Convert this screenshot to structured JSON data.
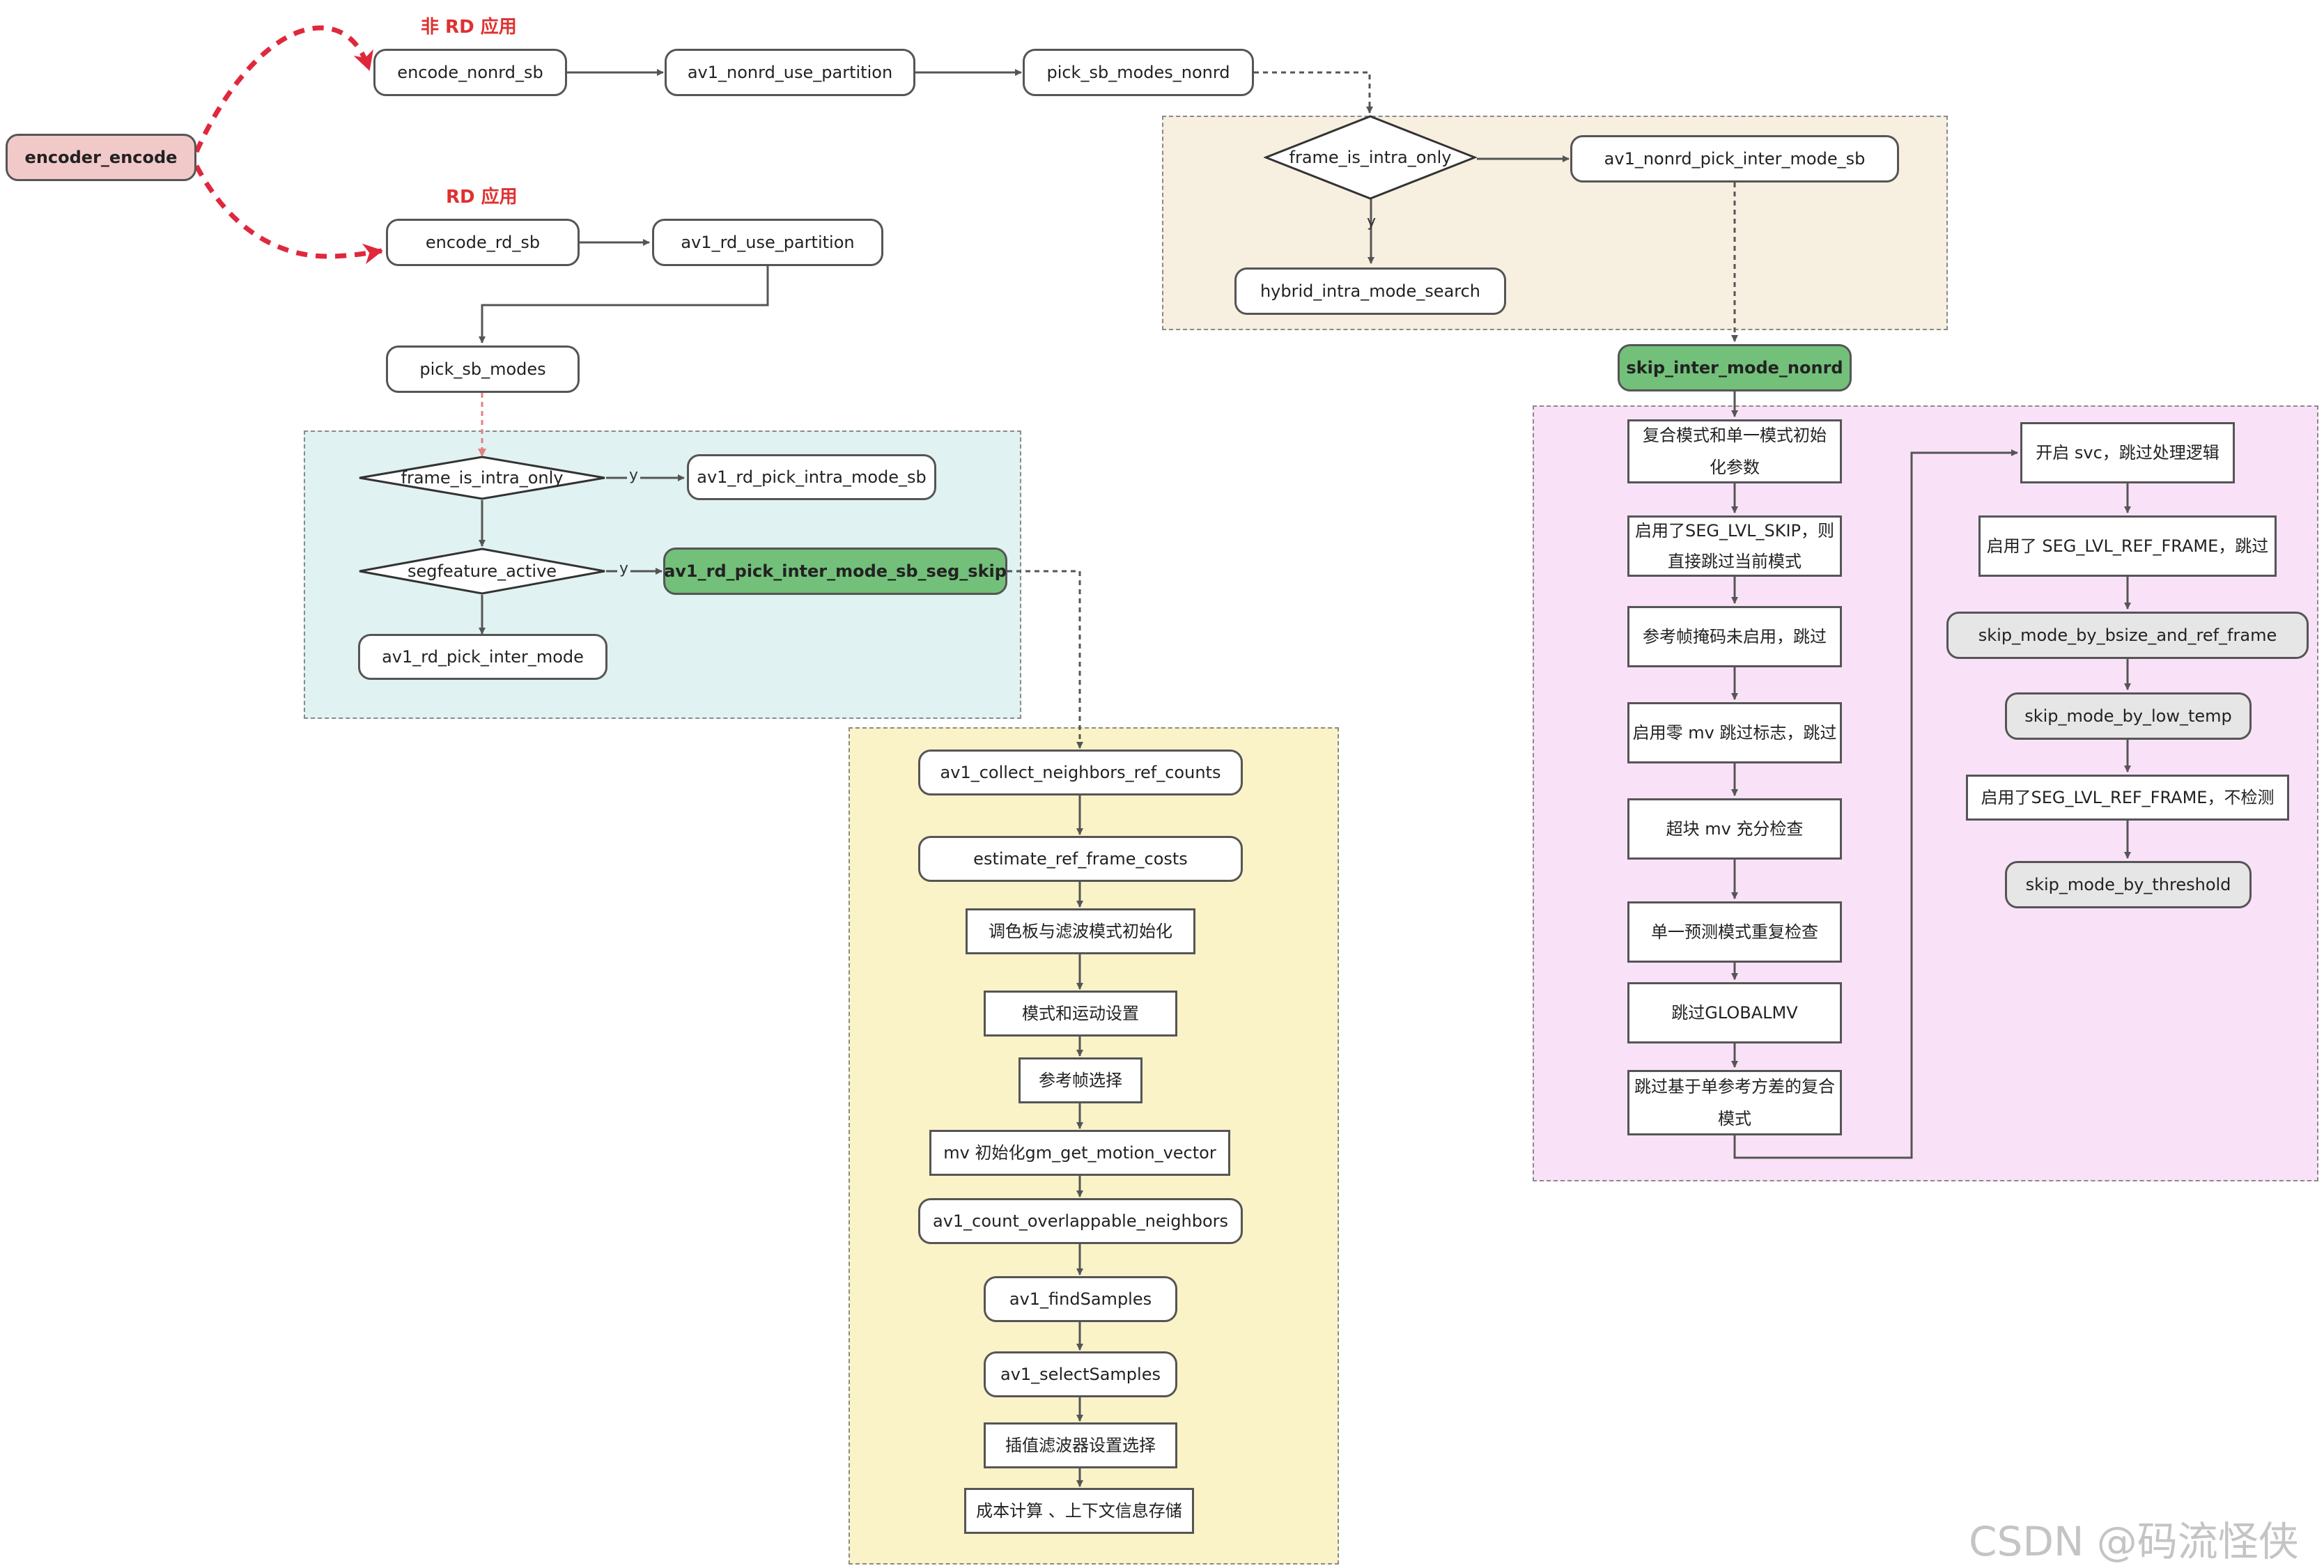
{
  "diagram": {
    "root": "encoder_encode",
    "nonrd_label": "非 RD 应用",
    "rd_label": "RD 应用",
    "nonrd": {
      "encode": "encode_nonrd_sb",
      "use_partition": "av1_nonrd_use_partition",
      "pick_modes": "pick_sb_modes_nonrd",
      "decision": "frame_is_intra_only",
      "pick_inter": "av1_nonrd_pick_inter_mode_sb",
      "hybrid": "hybrid_intra_mode_search",
      "skip_inter": "skip_inter_mode_nonrd",
      "y": "y"
    },
    "skip_left": [
      "复合模式和单一模式初始\n化参数",
      "启用了SEG_LVL_SKIP，则\n直接跳过当前模式",
      "参考帧掩码未启用，跳过",
      "启用零 mv 跳过标志，跳过",
      "超块 mv 充分检查",
      "单一预测模式重复检查",
      "跳过GLOBALMV",
      "跳过基于单参考方差的复合\n模式"
    ],
    "skip_right": [
      "开启 svc，跳过处理逻辑",
      "启用了 SEG_LVL_REF_FRAME，跳过",
      "skip_mode_by_bsize_and_ref_frame",
      "skip_mode_by_low_temp",
      "启用了SEG_LVL_REF_FRAME，不检测",
      "skip_mode_by_threshold"
    ],
    "rd": {
      "encode": "encode_rd_sb",
      "use_partition": "av1_rd_use_partition",
      "pick_modes": "pick_sb_modes",
      "decision1": "frame_is_intra_only",
      "intra": "av1_rd_pick_intra_mode_sb",
      "decision2": "segfeature_active",
      "seg_skip": "av1_rd_pick_inter_mode_sb_seg_skip",
      "inter": "av1_rd_pick_inter_mode",
      "y1": "y",
      "y2": "y"
    },
    "inter_chain": [
      "av1_collect_neighbors_ref_counts",
      "estimate_ref_frame_costs",
      "调色板与滤波模式初始化",
      "模式和运动设置",
      "参考帧选择",
      "mv 初始化gm_get_motion_vector",
      "av1_count_overlappable_neighbors",
      "av1_findSamples",
      "av1_selectSamples",
      "插值滤波器设置选择",
      "成本计算 、上下文信息存储"
    ],
    "watermark": "CSDN @码流怪侠"
  },
  "colors": {
    "root_fill": "#f2c9c9",
    "highlight_fill": "#73c07a",
    "grey_fill": "#e6e6e6",
    "zone_beige": "#f7efdf",
    "zone_teal": "#e0f2f1",
    "zone_yellow": "#faf3c8",
    "zone_pink": "#f9e2f7",
    "red_arrow": "#e0283c",
    "stroke": "#555555"
  }
}
